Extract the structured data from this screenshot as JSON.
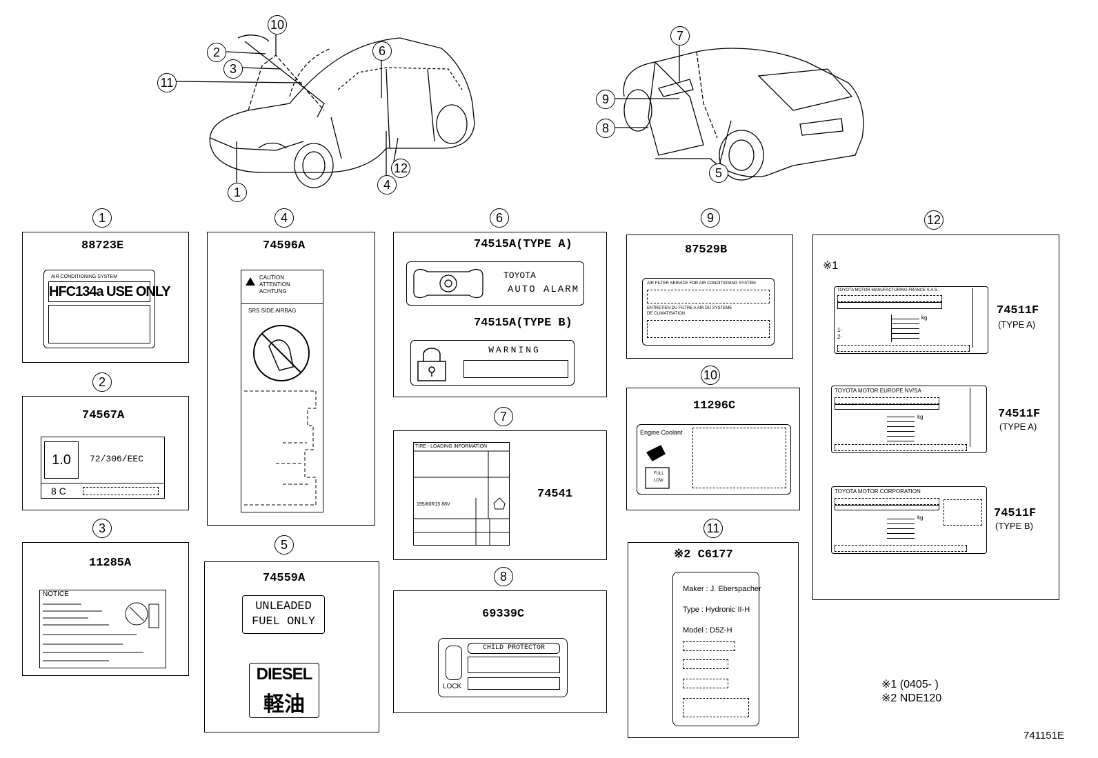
{
  "callouts": {
    "c1": "1",
    "c2": "2",
    "c3": "3",
    "c4": "4",
    "c5": "5",
    "c6": "6",
    "c7": "7",
    "c8": "8",
    "c9": "9",
    "c10": "10",
    "c11": "11",
    "c12": "12"
  },
  "panels": {
    "p1": {
      "part": "88723E",
      "header": "AIR CONDITIONING SYSTEM",
      "text": "HFC134a USE ONLY"
    },
    "p2": {
      "part": "74567A",
      "value": "1.0",
      "code": "72/306/EEC",
      "row2": "8 C"
    },
    "p3": {
      "part": "11285A",
      "notice": "NOTICE"
    },
    "p4": {
      "part": "74596A",
      "caution1": "CAUTION",
      "caution2": "ATTENTION",
      "caution3": "ACHTUNG",
      "srs": "SRS SIDE AIRBAG"
    },
    "p5": {
      "part": "74559A",
      "line1": "UNLEADED",
      "line2": "FUEL ONLY",
      "diesel": "DIESEL",
      "kanji": "軽油"
    },
    "p6": {
      "partA": "74515A(TYPE A)",
      "brand": "TOYOTA",
      "alarm": "AUTO ALARM",
      "partB": "74515A(TYPE B)",
      "warning": "WARNING"
    },
    "p7": {
      "part": "74541",
      "title": "TIRE - LOADING INFORMATION",
      "tire": "195/60R15 88V"
    },
    "p8": {
      "part": "69339C",
      "title": "CHILD PROTECTOR",
      "lock": "LOCK"
    },
    "p9": {
      "part": "87529B",
      "line1": "AIR FILTER SERVICE FOR AIR CONDITIONING SYSTEM",
      "line2": "ENTRETIEN DU FILTRE A AIR DU SYSTEME",
      "line3": "DE CLIMATISATION"
    },
    "p10": {
      "part": "11296C",
      "coolant": "Engine Coolant",
      "full": "FULL",
      "low": "LOW"
    },
    "p11": {
      "part": "※2 C6177",
      "maker": "Maker : J. Eberspacher",
      "type": "Type   : Hydronic II-H",
      "model": "Model : D5Z-H"
    },
    "p12": {
      "star": "※1",
      "a_title": "TOYOTA MOTOR MANUFACTURING FRANCE S.A.S.",
      "a_part": "74511F",
      "a_type": "(TYPE A)",
      "b_title": "TOYOTA MOTOR EUROPE NV/SA",
      "b_part": "74511F",
      "b_type": "(TYPE A)",
      "c_title": "TOYOTA MOTOR CORPORATION",
      "c_part": "74511F",
      "c_type": "(TYPE B)",
      "kg": "kg",
      "r1": "1-",
      "r2": "2-"
    }
  },
  "notes": {
    "n1": "※1 (0405-      )",
    "n2": "※2 NDE120"
  },
  "figure_id": "741151E"
}
